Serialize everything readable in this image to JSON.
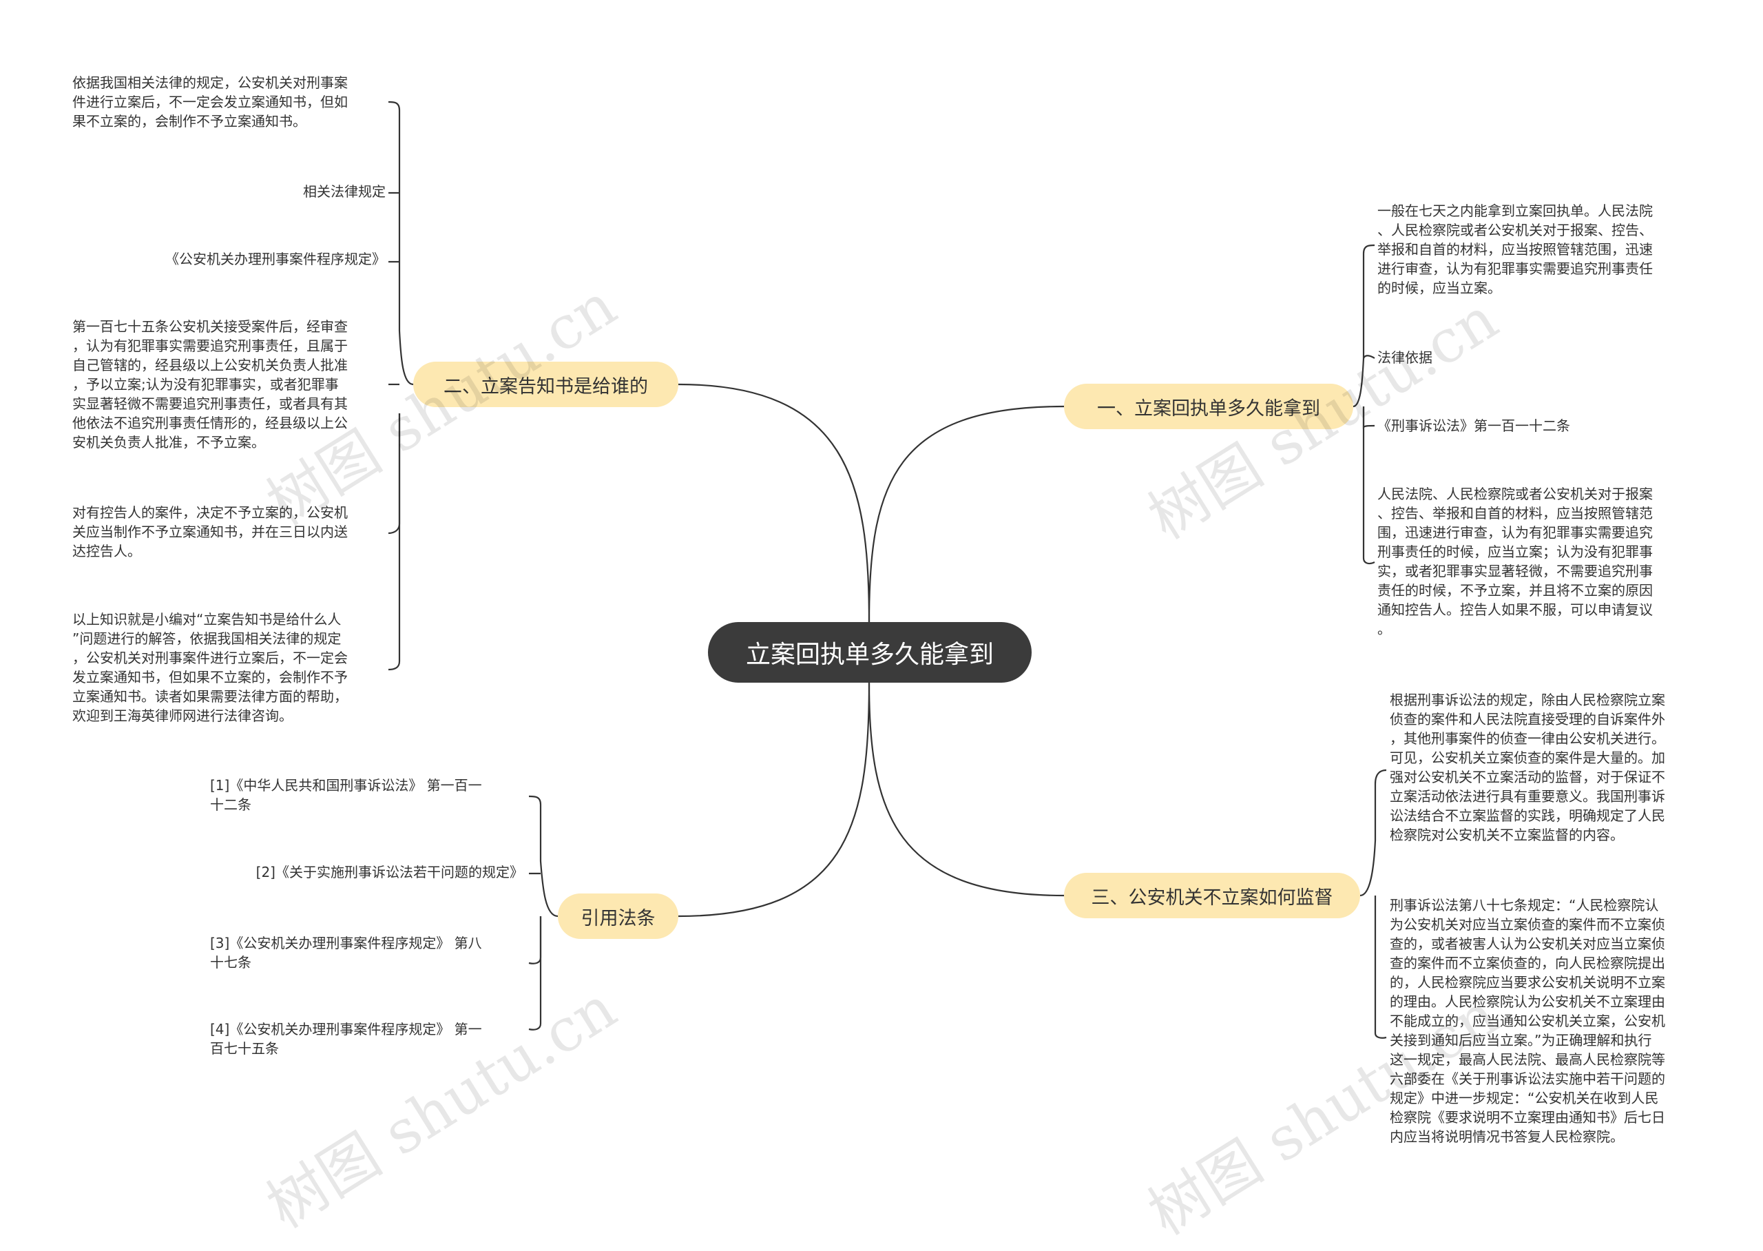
{
  "root": "立案回执单多久能拿到",
  "branches": {
    "b1": {
      "label": "一、立案回执单多久能拿到",
      "leaves": [
        "一般在七天之内能拿到立案回执单。人民法院\n、人民检察院或者公安机关对于报案、控告、\n举报和自首的材料，应当按照管辖范围，迅速\n进行审查，认为有犯罪事实需要追究刑事责任\n的时候，应当立案。",
        "法律依据",
        "《刑事诉讼法》第一百一十二条",
        "人民法院、人民检察院或者公安机关对于报案\n、控告、举报和自首的材料，应当按照管辖范\n围，迅速进行审查，认为有犯罪事实需要追究\n刑事责任的时候，应当立案；认为没有犯罪事\n实，或者犯罪事实显著轻微，不需要追究刑事\n责任的时候，不予立案，并且将不立案的原因\n通知控告人。控告人如果不服，可以申请复议\n。"
      ]
    },
    "b2": {
      "label": "二、立案告知书是给谁的",
      "leaves": [
        "依据我国相关法律的规定，公安机关对刑事案\n件进行立案后，不一定会发立案通知书，但如\n果不立案的，会制作不予立案通知书。",
        "相关法律规定",
        "《公安机关办理刑事案件程序规定》",
        "第一百七十五条公安机关接受案件后，经审查\n，认为有犯罪事实需要追究刑事责任，且属于\n自己管辖的，经县级以上公安机关负责人批准\n，予以立案;认为没有犯罪事实，或者犯罪事\n实显著轻微不需要追究刑事责任，或者具有其\n他依法不追究刑事责任情形的，经县级以上公\n安机关负责人批准，不予立案。",
        "对有控告人的案件，决定不予立案的，公安机\n关应当制作不予立案通知书，并在三日以内送\n达控告人。",
        "以上知识就是小编对“立案告知书是给什么人\n”问题进行的解答，依据我国相关法律的规定\n，公安机关对刑事案件进行立案后，不一定会\n发立案通知书，但如果不立案的，会制作不予\n立案通知书。读者如果需要法律方面的帮助，\n欢迎到王海英律师网进行法律咨询。"
      ]
    },
    "b3": {
      "label": "三、公安机关不立案如何监督",
      "leaves": [
        "根据刑事诉讼法的规定，除由人民检察院立案\n侦查的案件和人民法院直接受理的自诉案件外\n，其他刑事案件的侦查一律由公安机关进行。\n可见，公安机关立案侦查的案件是大量的。加\n强对公安机关不立案活动的监督，对于保证不\n立案活动依法进行具有重要意义。我国刑事诉\n讼法结合不立案监督的实践，明确规定了人民\n检察院对公安机关不立案监督的内容。",
        "刑事诉讼法第八十七条规定：“人民检察院认\n为公安机关对应当立案侦查的案件而不立案侦\n查的，或者被害人认为公安机关对应当立案侦\n查的案件而不立案侦查的，向人民检察院提出\n的，人民检察院应当要求公安机关说明不立案\n的理由。人民检察院认为公安机关不立案理由\n不能成立的，应当通知公安机关立案，公安机\n关接到通知后应当立案。”为正确理解和执行\n这一规定，最高人民法院、最高人民检察院等\n六部委在《关于刑事诉讼法实施中若干问题的\n规定》中进一步规定：“公安机关在收到人民\n检察院《要求说明不立案理由通知书》后七日\n内应当将说明情况书答复人民检察院。"
      ]
    },
    "b4": {
      "label": "引用法条",
      "leaves": [
        "[1]《中华人民共和国刑事诉讼法》 第一百一\n十二条",
        "[2]《关于实施刑事诉讼法若干问题的规定》",
        "[3]《公安机关办理刑事案件程序规定》 第八\n十七条",
        "[4]《公安机关办理刑事案件程序规定》 第一\n百七十五条"
      ]
    }
  },
  "watermark": "树图 shutu.cn",
  "colors": {
    "root_bg": "#3b3b3b",
    "branch_bg": "#fde8b1",
    "line": "#333333",
    "text": "#333333"
  }
}
